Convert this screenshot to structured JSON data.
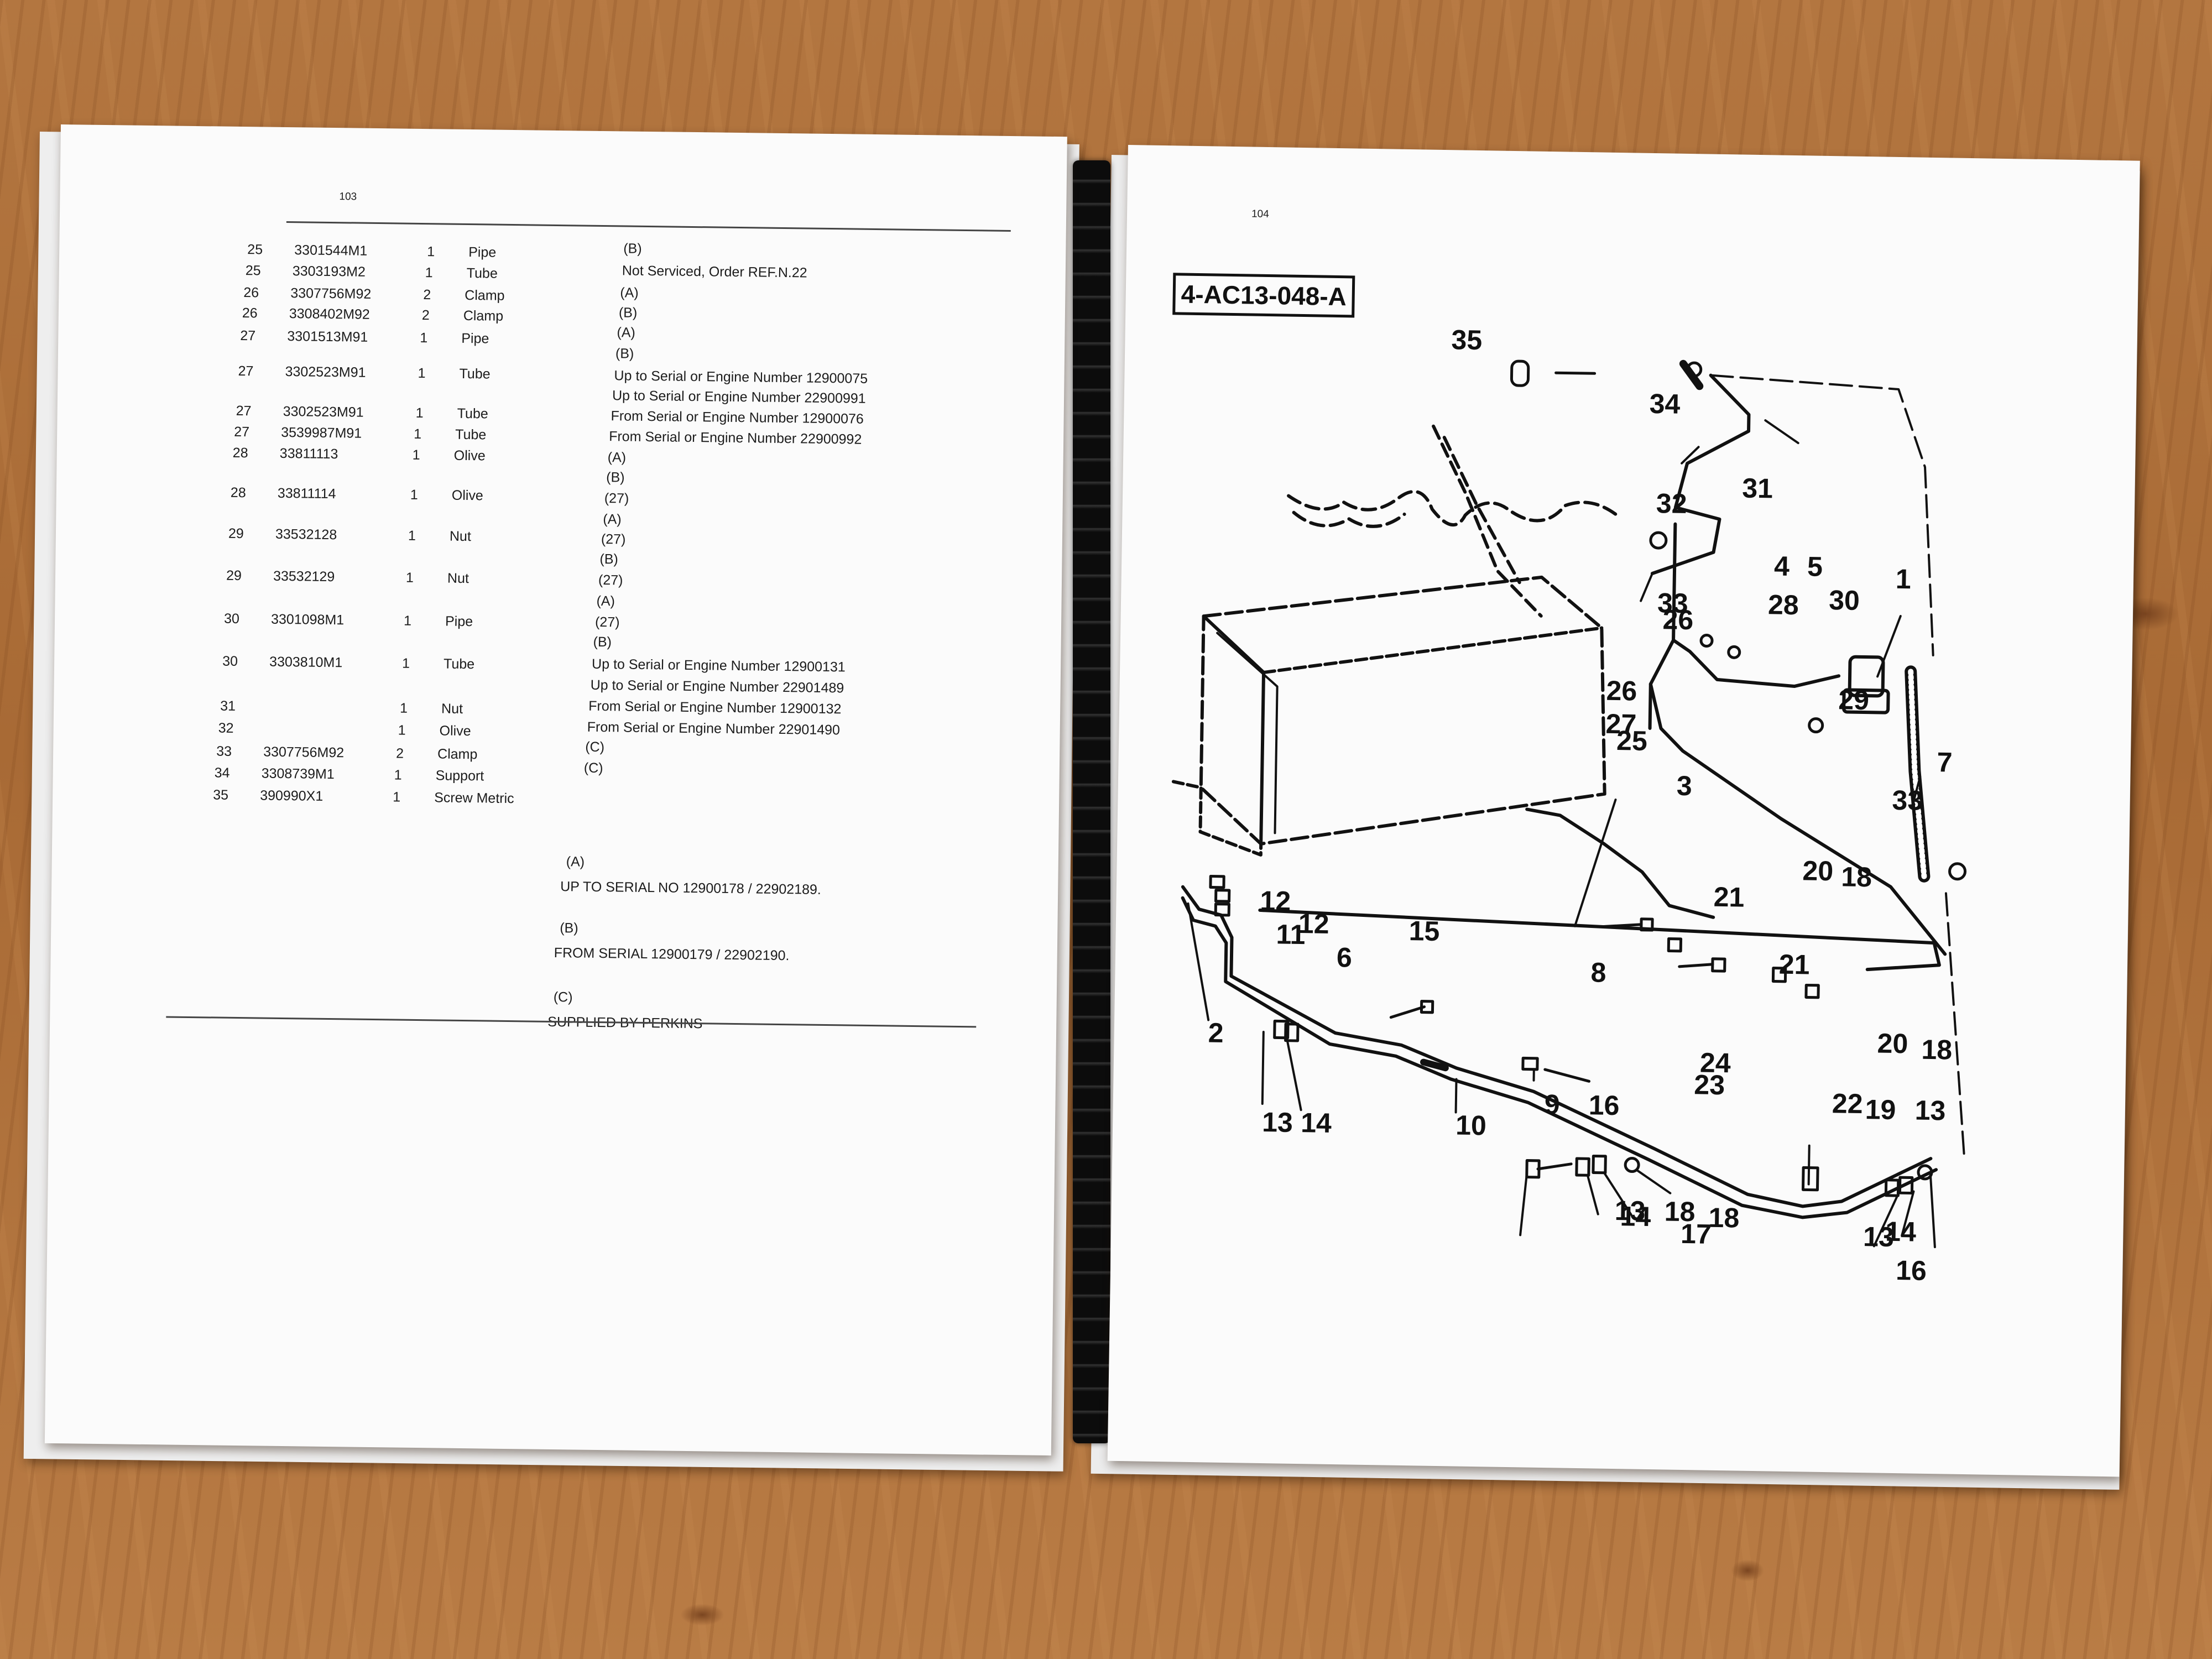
{
  "left_page": {
    "page_number": "103",
    "parts": [
      {
        "ref": "25",
        "part_no": "3301544M1",
        "qty": "1",
        "desc": "Pipe"
      },
      {
        "ref": "25",
        "part_no": "3303193M2",
        "qty": "1",
        "desc": "Tube"
      },
      {
        "ref": "26",
        "part_no": "3307756M92",
        "qty": "2",
        "desc": "Clamp"
      },
      {
        "ref": "26",
        "part_no": "3308402M92",
        "qty": "2",
        "desc": "Clamp"
      },
      {
        "ref": "27",
        "part_no": "3301513M91",
        "qty": "1",
        "desc": "Pipe"
      },
      {
        "ref": "27",
        "part_no": "3302523M91",
        "qty": "1",
        "desc": "Tube"
      },
      {
        "ref": "27",
        "part_no": "3302523M91",
        "qty": "1",
        "desc": "Tube"
      },
      {
        "ref": "27",
        "part_no": "3539987M91",
        "qty": "1",
        "desc": "Tube"
      },
      {
        "ref": "28",
        "part_no": "33811113",
        "qty": "1",
        "desc": "Olive"
      },
      {
        "ref": "28",
        "part_no": "33811114",
        "qty": "1",
        "desc": "Olive"
      },
      {
        "ref": "29",
        "part_no": "33532128",
        "qty": "1",
        "desc": "Nut"
      },
      {
        "ref": "29",
        "part_no": "33532129",
        "qty": "1",
        "desc": "Nut"
      },
      {
        "ref": "30",
        "part_no": "3301098M1",
        "qty": "1",
        "desc": "Pipe"
      },
      {
        "ref": "30",
        "part_no": "3303810M1",
        "qty": "1",
        "desc": "Tube"
      },
      {
        "ref": "31",
        "part_no": "",
        "qty": "1",
        "desc": "Nut"
      },
      {
        "ref": "32",
        "part_no": "",
        "qty": "1",
        "desc": "Olive"
      },
      {
        "ref": "33",
        "part_no": "3307756M92",
        "qty": "2",
        "desc": "Clamp"
      },
      {
        "ref": "34",
        "part_no": "3308739M1",
        "qty": "1",
        "desc": "Support"
      },
      {
        "ref": "35",
        "part_no": "390990X1",
        "qty": "1",
        "desc": "Screw Metric"
      }
    ],
    "remarks": [
      "(B)",
      "Not Serviced, Order REF.N.22",
      "(A)",
      "(B)",
      "(A)",
      "(B)",
      "Up to Serial or Engine Number 12900075",
      "Up to Serial or Engine Number 22900991",
      "From Serial or Engine Number 12900076",
      "From Serial or Engine Number 22900992",
      "(A)",
      "(B)",
      "(27)",
      "(A)",
      "(27)",
      "(B)",
      "(27)",
      "(A)",
      "(27)",
      "(B)",
      "Up to Serial or Engine Number 12900131",
      "Up to Serial or Engine Number 22901489",
      "From Serial or Engine Number 12900132",
      "From Serial or Engine Number 22901490",
      "(C)",
      "(C)"
    ],
    "footnotes": [
      {
        "key": "(A)",
        "text": "UP TO SERIAL NO 12900178 / 22902189."
      },
      {
        "key": "(B)",
        "text": "FROM SERIAL 12900179 / 22902190."
      },
      {
        "key": "(C)",
        "text": "SUPPLIED BY PERKINS"
      }
    ]
  },
  "right_page": {
    "page_number": "104",
    "diagram_code": "4-AC13-048-A",
    "callouts": [
      "1",
      "2",
      "3",
      "4",
      "5",
      "6",
      "7",
      "8",
      "9",
      "10",
      "11",
      "12",
      "12",
      "13",
      "13",
      "13",
      "13",
      "14",
      "14",
      "14",
      "15",
      "16",
      "16",
      "17",
      "18",
      "18",
      "18",
      "18",
      "19",
      "20",
      "20",
      "21",
      "21",
      "22",
      "23",
      "24",
      "25",
      "26",
      "26",
      "27",
      "28",
      "29",
      "30",
      "31",
      "32",
      "33",
      "33",
      "34",
      "35"
    ]
  }
}
